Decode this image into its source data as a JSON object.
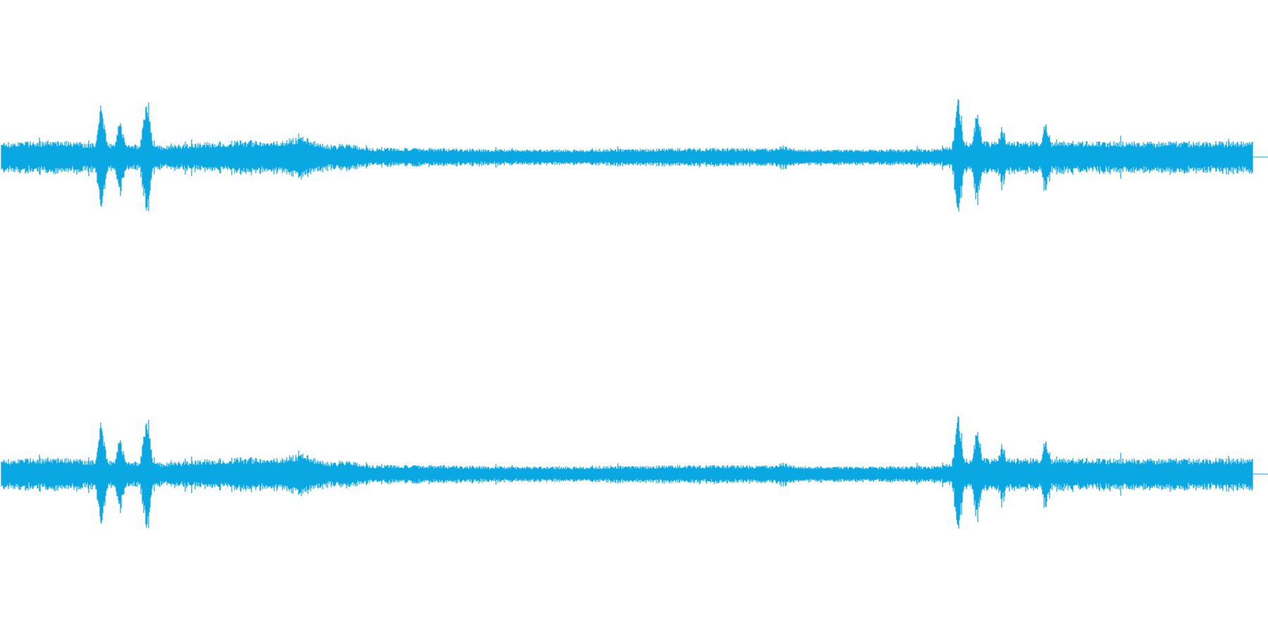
{
  "waveform": {
    "color": "#0aa8e2",
    "channels": [
      {
        "id": "left"
      },
      {
        "id": "right"
      }
    ],
    "events": [
      {
        "t": 0.08,
        "peak": 0.8
      },
      {
        "t": 0.095,
        "peak": 0.55
      },
      {
        "t": 0.116,
        "peak": 1.0
      },
      {
        "t": 0.765,
        "peak": 0.95
      },
      {
        "t": 0.78,
        "peak": 0.7
      },
      {
        "t": 0.8,
        "peak": 0.45
      },
      {
        "t": 0.835,
        "peak": 0.55
      }
    ]
  }
}
